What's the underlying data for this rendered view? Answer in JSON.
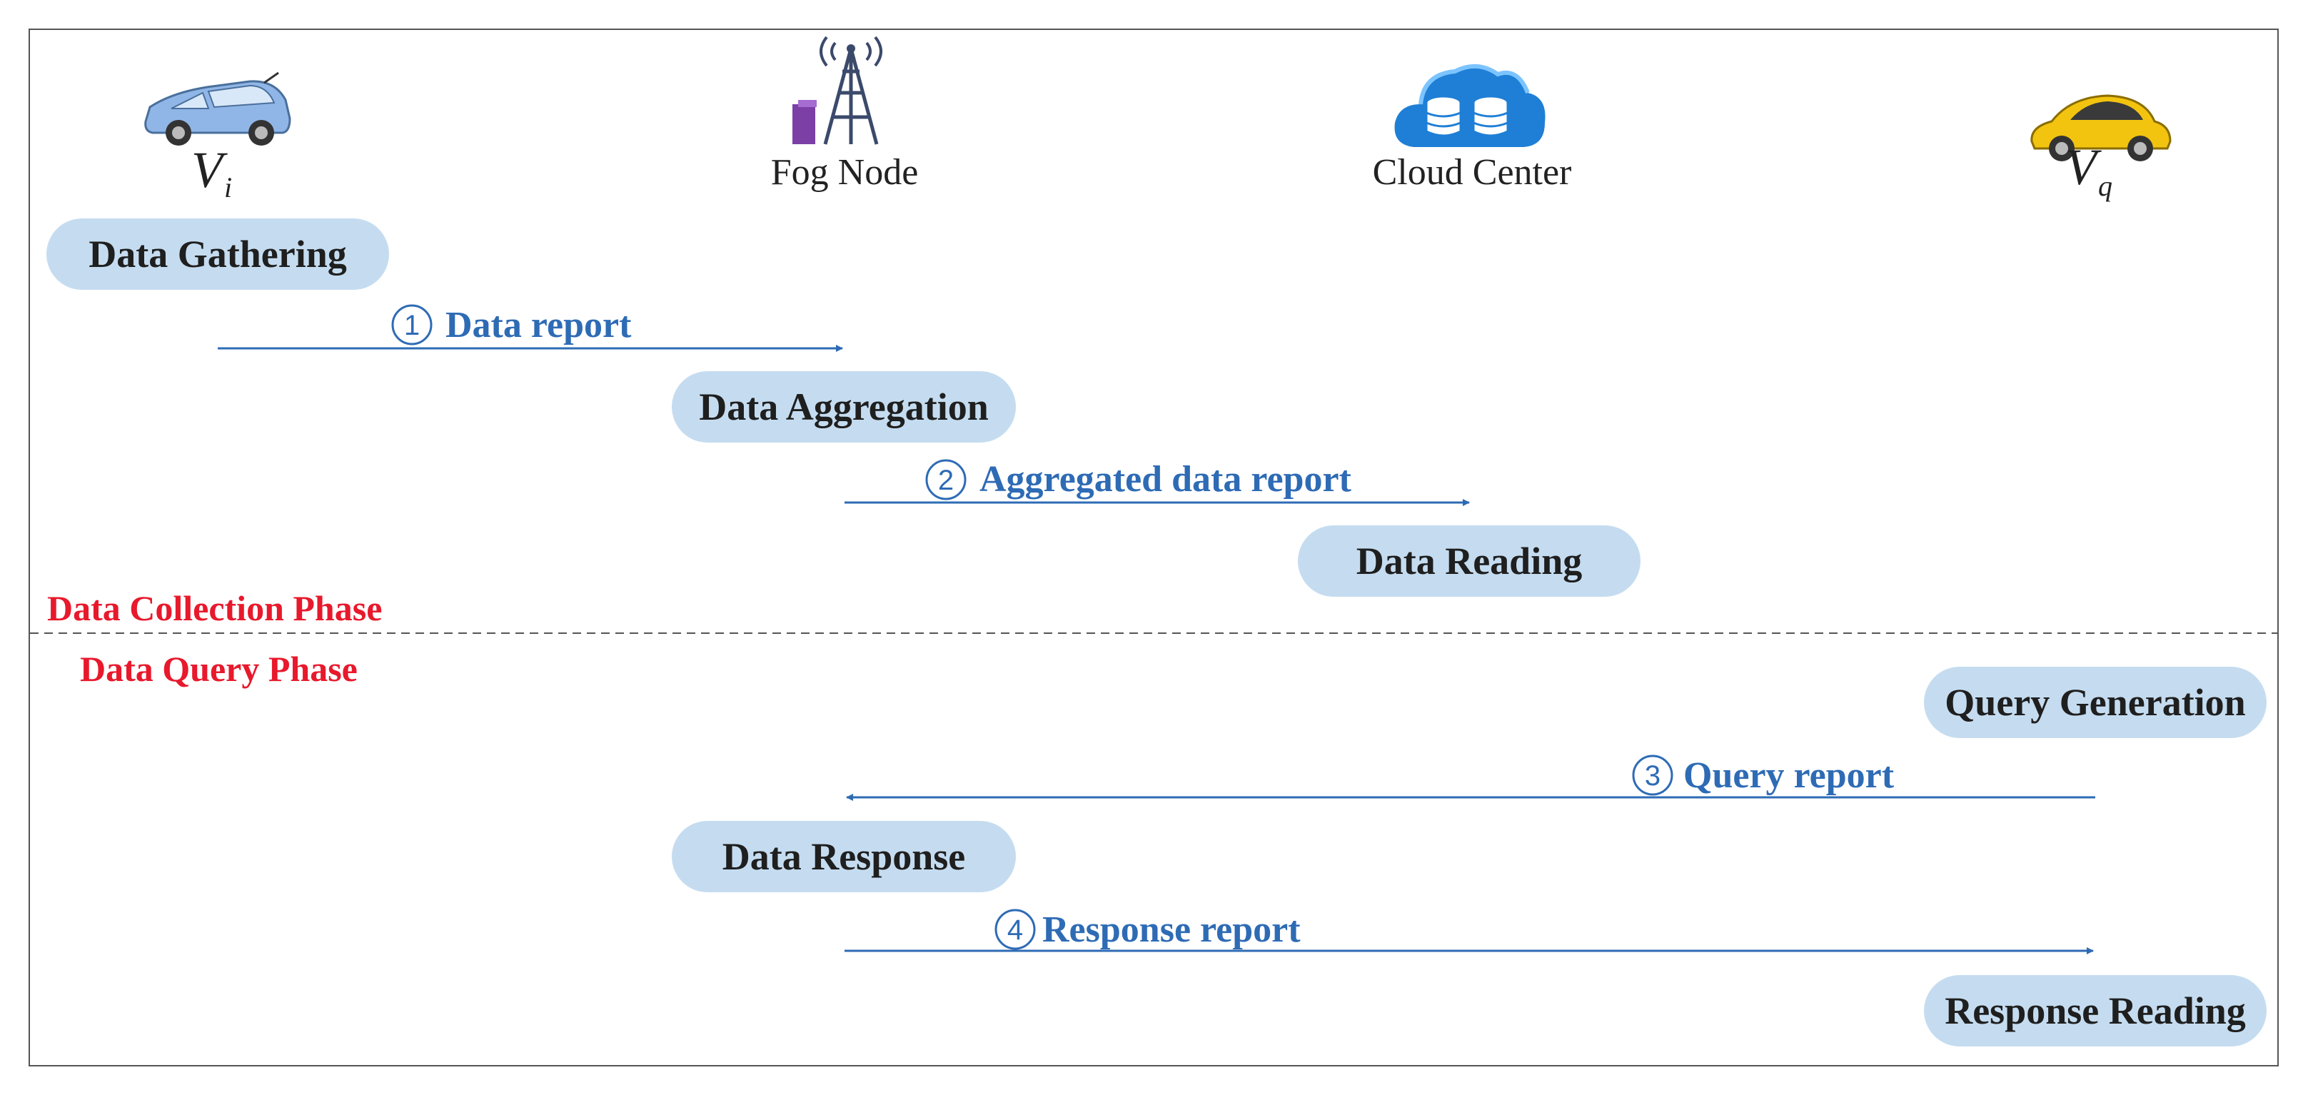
{
  "entities": {
    "vi": {
      "symbol": "V",
      "subscript": "i",
      "icon": "car-icon"
    },
    "fog": {
      "label": "Fog Node",
      "icon": "fog-tower-icon"
    },
    "cloud": {
      "label": "Cloud Center",
      "icon": "cloud-database-icon"
    },
    "vq": {
      "symbol": "V",
      "subscript": "q",
      "icon": "car-icon"
    }
  },
  "steps": {
    "data_gathering": "Data Gathering",
    "data_aggregation": "Data Aggregation",
    "data_reading": "Data Reading",
    "query_generation": "Query Generation",
    "data_response": "Data Response",
    "response_reading": "Response Reading"
  },
  "messages": {
    "m1": {
      "num": "1",
      "label": "Data report"
    },
    "m2": {
      "num": "2",
      "label": "Aggregated data report"
    },
    "m3": {
      "num": "3",
      "label": "Query report"
    },
    "m4": {
      "num": "4",
      "label": "Response report"
    }
  },
  "phases": {
    "collection": "Data Collection Phase",
    "query": "Data Query Phase"
  },
  "colors": {
    "pill_fill": "#c5dcf0",
    "arrow": "#2e6bb5",
    "phase": "#e8192c"
  }
}
